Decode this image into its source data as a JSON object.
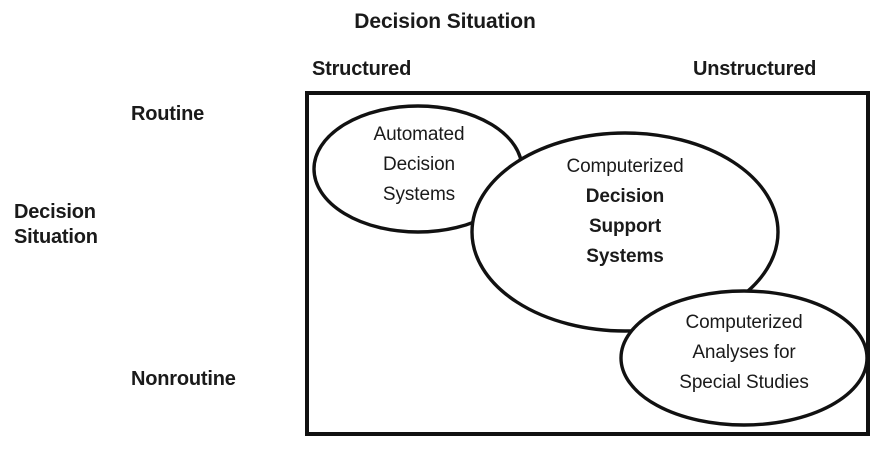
{
  "chart_data": {
    "type": "diagram",
    "title": "Decision Situation",
    "xlabel": "Decision Situation",
    "ylabel": "Decision Situation",
    "x_axis_labels": [
      "Structured",
      "Unstructured"
    ],
    "y_axis_labels": [
      "Routine",
      "Nonroutine"
    ],
    "regions": [
      {
        "name": "automated-decision-systems",
        "lines": [
          {
            "text": "Automated",
            "bold": false
          },
          {
            "text": "Decision",
            "bold": false
          },
          {
            "text": "Systems",
            "bold": false
          }
        ],
        "position": "top-left",
        "shape": "ellipse"
      },
      {
        "name": "computerized-decision-support-systems",
        "lines": [
          {
            "text": "Computerized",
            "bold": false
          },
          {
            "text": "Decision",
            "bold": true
          },
          {
            "text": "Support",
            "bold": true
          },
          {
            "text": "Systems",
            "bold": true
          }
        ],
        "position": "center",
        "shape": "ellipse"
      },
      {
        "name": "computerized-analyses-for-special-studies",
        "lines": [
          {
            "text": "Computerized",
            "bold": false
          },
          {
            "text": "Analyses for",
            "bold": false
          },
          {
            "text": "Special Studies",
            "bold": false
          }
        ],
        "position": "bottom-right",
        "shape": "ellipse"
      }
    ],
    "grid": false,
    "legend": "none",
    "stroke_color": "#111111",
    "fill_color": "#ffffff",
    "text_color": "#1a1a1a"
  },
  "title": "Decision Situation",
  "columns": {
    "structured": "Structured",
    "unstructured": "Unstructured"
  },
  "rows": {
    "routine": "Routine",
    "nonroutine": "Nonroutine",
    "axis_line1": "Decision",
    "axis_line2": "Situation"
  },
  "ellipses": {
    "automated": {
      "line1": "Automated",
      "line2": "Decision",
      "line3": "Systems"
    },
    "dss": {
      "line1": "Computerized",
      "line2": "Decision",
      "line3": "Support",
      "line4": "Systems"
    },
    "analyses": {
      "line1": "Computerized",
      "line2": "Analyses for",
      "line3": "Special Studies"
    }
  }
}
